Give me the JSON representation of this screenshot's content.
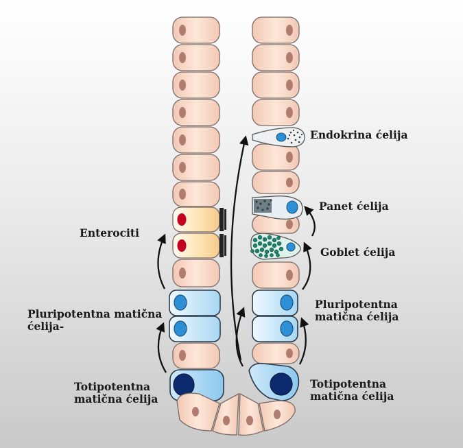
{
  "labels": {
    "endokrina": "Endokrina ćelija",
    "panet": "Panet ćelija",
    "goblet": "Goblet ćelija",
    "enterociti": "Enterociti",
    "pluri_left_1": "Pluripotentna matična",
    "pluri_left_2": "ćelija-",
    "pluri_right_1": "Pluripotentna",
    "pluri_right_2": "matična ćelija",
    "toti_left_1": "Totipotentna",
    "toti_left_2": "matična ćelija",
    "toti_right_1": "Totipotentna",
    "toti_right_2": "matična ćelija"
  }
}
